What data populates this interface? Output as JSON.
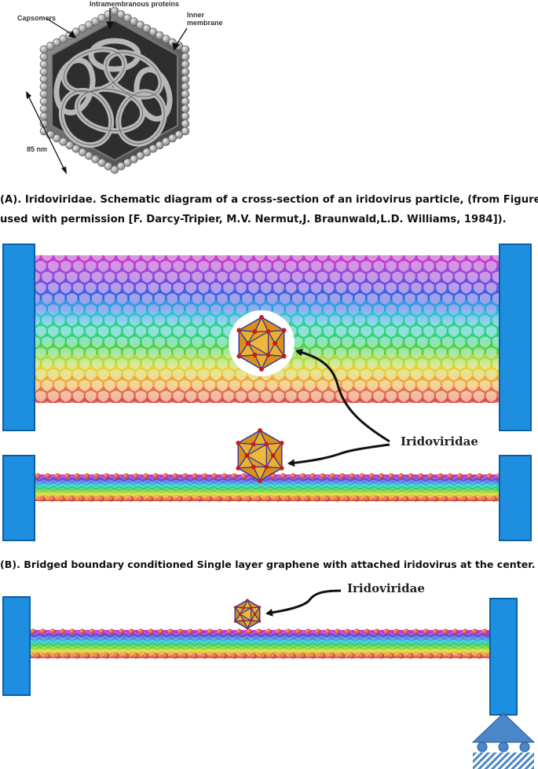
{
  "diagram_a": {
    "labels": {
      "proteins": "Intramembranous proteins",
      "capsomers": "Capsomers",
      "inner_membrane_1": "Inner",
      "inner_membrane_2": "membrane",
      "size": "85 nm"
    },
    "caption_line1": "(A). Iridoviridae.  Schematic diagram of a cross-section of an iridovirus particle, (from Figure",
    "caption_line2": "used with permission [F. Darcy-Tripier, M.V. Nermut,J. Braunwald,L.D. Williams, 1984])."
  },
  "diagram_b": {
    "virus_label": "Iridoviridae",
    "caption": "(B). Bridged boundary conditioned Single layer graphene with attached iridovirus at the center."
  },
  "diagram_c": {
    "virus_label": "Iridoviridae"
  },
  "colors": {
    "clamp": "#1e8fe0",
    "clamp_edge": "#0b5fa8",
    "support": "#4a86c8",
    "virus_face": "#e0a020",
    "virus_edge": "#2b2fa8",
    "virus_node": "#d01818"
  }
}
